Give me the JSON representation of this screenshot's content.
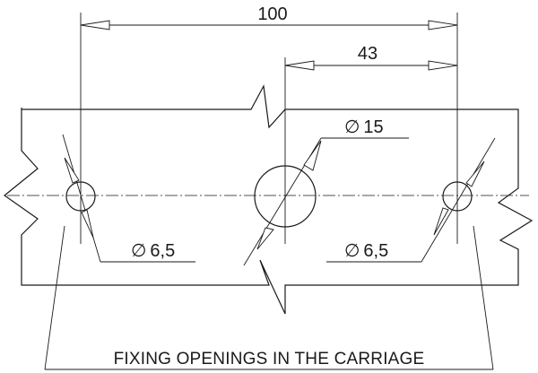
{
  "dimensions": {
    "total_spacing": "100",
    "partial_spacing": "43",
    "center_hole": "15",
    "left_hole": "6,5",
    "right_hole": "6,5",
    "diameter_symbol": "∅"
  },
  "caption": "FIXING OPENINGS IN THE CARRIAGE"
}
